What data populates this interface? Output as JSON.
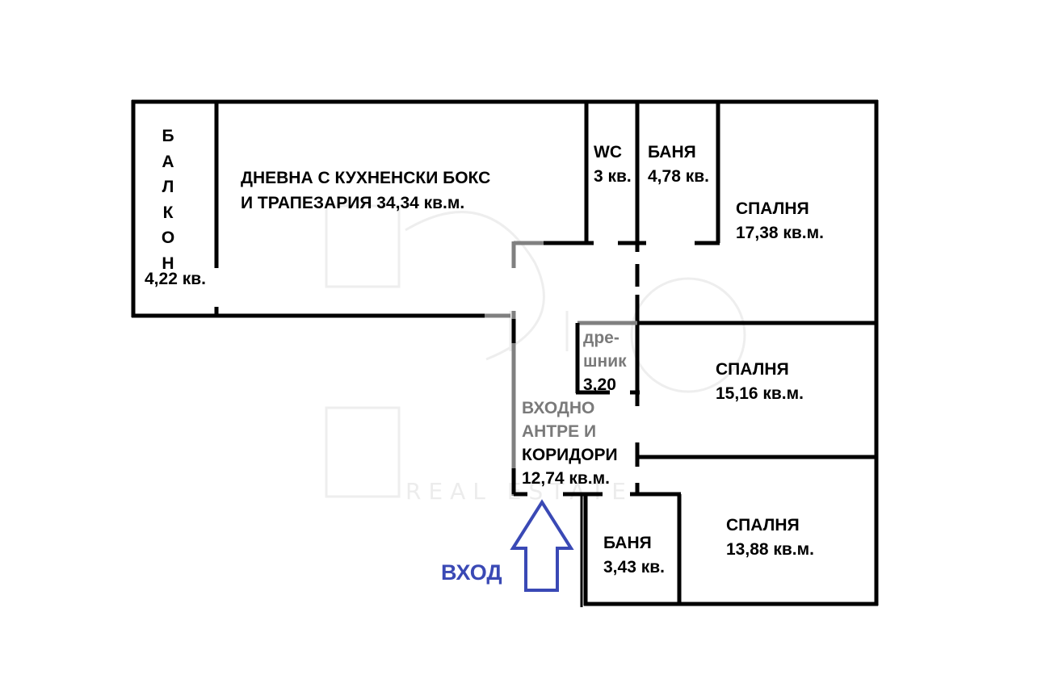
{
  "plan": {
    "rooms": [
      {
        "id": "balcony",
        "name_letters": [
          "Б",
          "А",
          "Л",
          "К",
          "О",
          "Н"
        ],
        "area": "4,22 кв."
      },
      {
        "id": "living",
        "name_lines": [
          "ДНЕВНА С КУХНЕНСКИ БОКС",
          "И ТРАПЕЗАРИЯ  34,34 кв.м."
        ]
      },
      {
        "id": "wc",
        "name": "WC",
        "area": "3 кв."
      },
      {
        "id": "bath1",
        "name": "БАНЯ",
        "area": "4,78 кв."
      },
      {
        "id": "bedroom1",
        "name": "СПАЛНЯ",
        "area": "17,38 кв.м."
      },
      {
        "id": "closet",
        "name_lines": [
          "дре-",
          "шник",
          "3,20"
        ]
      },
      {
        "id": "bedroom2",
        "name": "СПАЛНЯ",
        "area": "15,16 кв.м."
      },
      {
        "id": "hallway",
        "name_lines": [
          "ВХОДНО",
          "АНТРЕ И",
          "КОРИДОРИ",
          "12,74 кв.м."
        ]
      },
      {
        "id": "bath2",
        "name": "БАНЯ",
        "area": "3,43 кв."
      },
      {
        "id": "bedroom3",
        "name": "СПАЛНЯ",
        "area": "13,88 кв.м."
      }
    ],
    "entrance": {
      "label": "ВХОД",
      "icon": "arrow-up-icon",
      "color": "#3a49b5"
    },
    "watermark": {
      "text": "REAL ESTATE"
    }
  }
}
